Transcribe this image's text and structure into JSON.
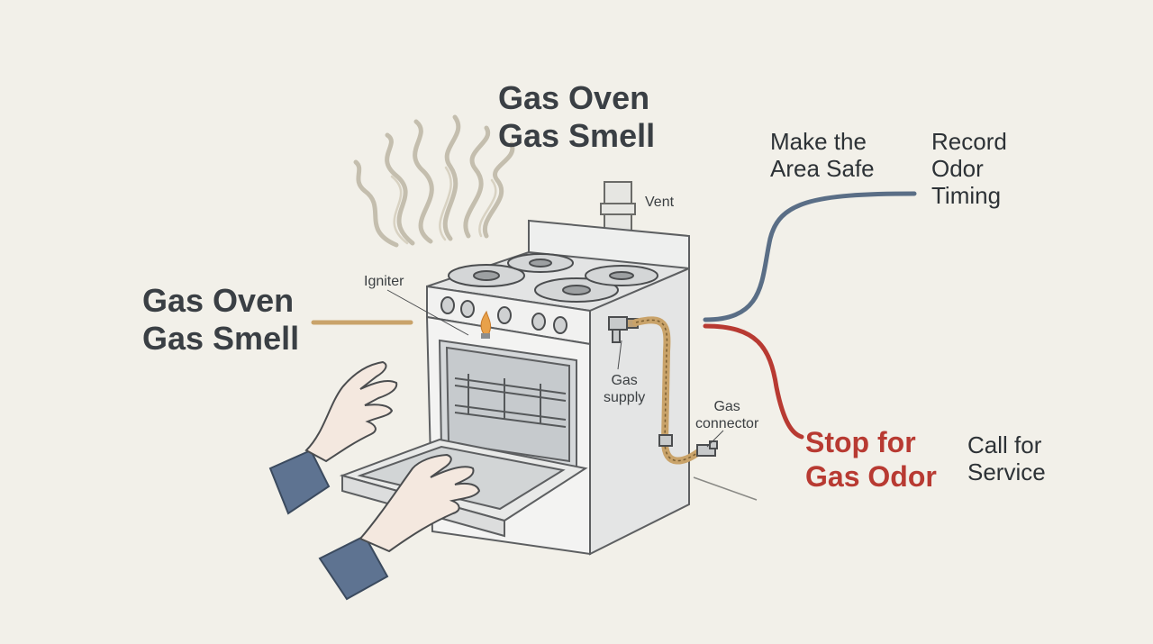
{
  "title": "Gas Oven\nGas Smell",
  "left_title": "Gas Oven\nGas Smell",
  "callouts": {
    "vent": "Vent",
    "igniter": "Igniter",
    "gas_supply": "Gas\nsupply",
    "gas_connector": "Gas\nconnector"
  },
  "steps": {
    "make_safe": "Make the\nArea Safe",
    "record_timing": "Record\nOdor\nTiming",
    "stop": "Stop for\nGas Odor",
    "call_service": "Call for\nService"
  },
  "colors": {
    "background": "#f2f0e9",
    "safe_branch": "#5a6e86",
    "stop_branch": "#b83a32",
    "stop_text": "#b83a32",
    "gas_line": "#c9a36a",
    "sleeve": "#5e7391",
    "skin": "#f4e8df"
  }
}
